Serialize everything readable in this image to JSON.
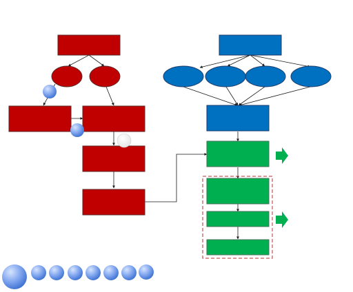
{
  "colors": {
    "red_fill": "#c00000",
    "red_stroke": "#5a2a2a",
    "blue_fill": "#0070c0",
    "blue_stroke": "#1f3d6b",
    "green_fill": "#00b050",
    "green_stroke": "#4a6f58",
    "connector": "#1a1a1a",
    "dashed_frame": "#b03030",
    "bubble_light": "#a9c4f5",
    "bubble_dark": "#3a6fd0",
    "bubble_white_edge": "#d0d0d0"
  },
  "diagram": {
    "left_branch": [
      "red-top-box",
      "red-ellipse-left",
      "red-ellipse-right",
      "red-box-mid-left",
      "red-box-mid-right",
      "red-box-3",
      "red-box-4"
    ],
    "right_branch": [
      "blue-top-box",
      "blue-ellipse-1",
      "blue-ellipse-2",
      "blue-ellipse-3",
      "blue-ellipse-4",
      "blue-hub-box",
      "green-box-1",
      "green-box-2",
      "green-box-3",
      "green-box-4"
    ],
    "grouped_in_dashed_frame": [
      "green-box-2",
      "green-box-3",
      "green-box-4"
    ],
    "side_markers": [
      "green-arrow-upper",
      "green-arrow-lower"
    ],
    "bubble_row_count": 8
  }
}
